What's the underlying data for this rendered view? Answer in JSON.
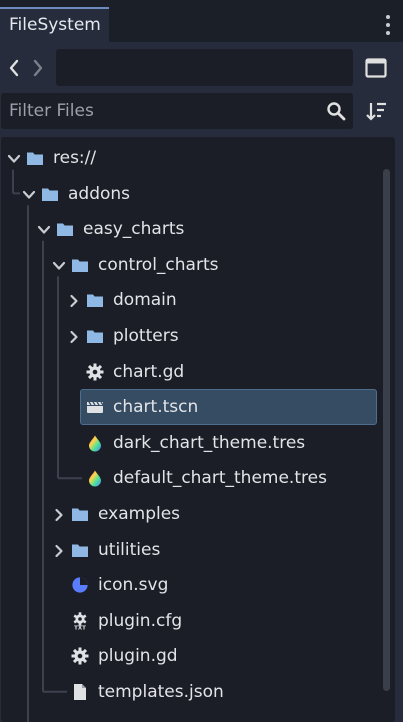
{
  "dock": {
    "tab_label": "FileSystem"
  },
  "navigation": {
    "path_value": ""
  },
  "filter": {
    "placeholder": "Filter Files"
  },
  "tree": {
    "rows": [
      {
        "label": "res://",
        "kind": "folder",
        "arrow": "expanded",
        "depth": 0,
        "selected": false
      },
      {
        "label": "addons",
        "kind": "folder",
        "arrow": "expanded",
        "depth": 1,
        "selected": false
      },
      {
        "label": "easy_charts",
        "kind": "folder",
        "arrow": "expanded",
        "depth": 2,
        "selected": false
      },
      {
        "label": "control_charts",
        "kind": "folder",
        "arrow": "expanded",
        "depth": 3,
        "selected": false
      },
      {
        "label": "domain",
        "kind": "folder",
        "arrow": "collapsed",
        "depth": 4,
        "selected": false
      },
      {
        "label": "plotters",
        "kind": "folder",
        "arrow": "collapsed",
        "depth": 4,
        "selected": false
      },
      {
        "label": "chart.gd",
        "kind": "script",
        "arrow": "none",
        "depth": 4,
        "selected": false
      },
      {
        "label": "chart.tscn",
        "kind": "scene",
        "arrow": "none",
        "depth": 4,
        "selected": true
      },
      {
        "label": "dark_chart_theme.tres",
        "kind": "theme",
        "arrow": "none",
        "depth": 4,
        "selected": false
      },
      {
        "label": "default_chart_theme.tres",
        "kind": "theme",
        "arrow": "none",
        "depth": 4,
        "selected": false
      },
      {
        "label": "examples",
        "kind": "folder",
        "arrow": "collapsed",
        "depth": 3,
        "selected": false
      },
      {
        "label": "utilities",
        "kind": "folder",
        "arrow": "collapsed",
        "depth": 3,
        "selected": false
      },
      {
        "label": "icon.svg",
        "kind": "image",
        "arrow": "none",
        "depth": 3,
        "selected": false
      },
      {
        "label": "plugin.cfg",
        "kind": "config",
        "arrow": "none",
        "depth": 3,
        "selected": false
      },
      {
        "label": "plugin.gd",
        "kind": "script",
        "arrow": "none",
        "depth": 3,
        "selected": false
      },
      {
        "label": "templates.json",
        "kind": "file",
        "arrow": "none",
        "depth": 3,
        "selected": false
      },
      {
        "label": "",
        "kind": "partial",
        "arrow": "none",
        "depth": 2,
        "selected": false
      }
    ]
  },
  "colors": {
    "folder": "#8fb9e4",
    "selected_bg": "#364c63",
    "accent": "#6e8bbd",
    "icon_gray": "#dfe1e5"
  }
}
